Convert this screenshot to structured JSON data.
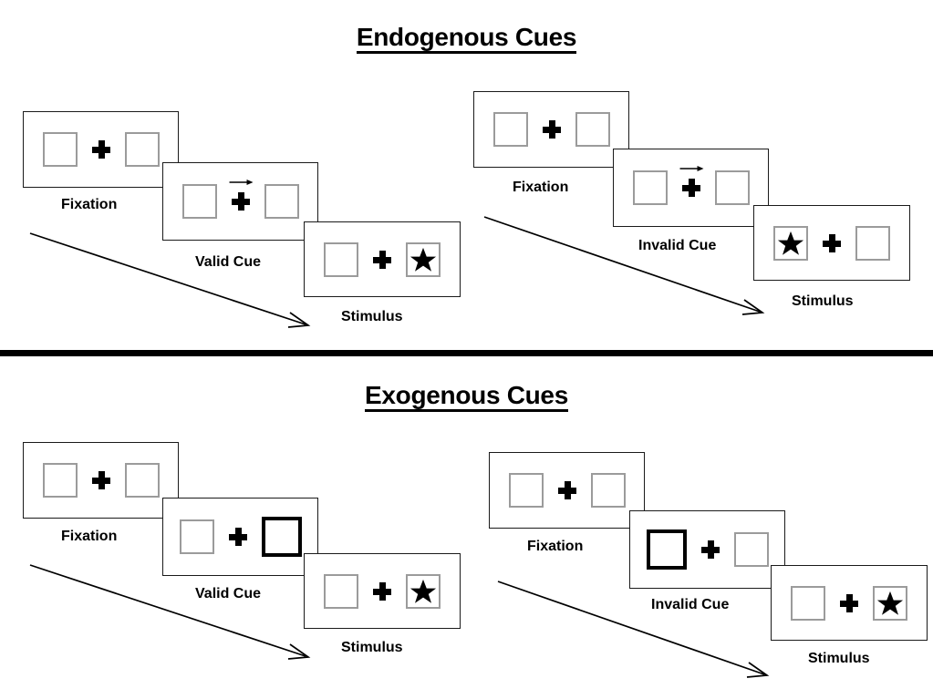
{
  "figure": {
    "title_endogenous": "Endogenous Cues",
    "title_exogenous": "Exogenous Cues",
    "divider_color": "#000000",
    "box_border_color": "#9b9b9b",
    "cued_box_border_color": "#000000",
    "panel_border_color": "#1a1a1a"
  },
  "labels": {
    "fixation": "Fixation",
    "valid_cue": "Valid Cue",
    "invalid_cue": "Invalid Cue",
    "stimulus": "Stimulus"
  },
  "sections": [
    {
      "id": "endogenous",
      "title": "Endogenous Cues",
      "cue_type": "central-arrow",
      "sequences": [
        {
          "id": "endogenous-valid",
          "validity": "valid",
          "cue_label": "Valid Cue",
          "frames": [
            {
              "stage": "Fixation",
              "label": "Fixation",
              "left_box": "empty",
              "right_box": "empty",
              "cue": "none",
              "target": "none"
            },
            {
              "stage": "Cue",
              "label": "Valid Cue",
              "left_box": "empty",
              "right_box": "empty",
              "cue": "arrow-right",
              "target": "none"
            },
            {
              "stage": "Stimulus",
              "label": "Stimulus",
              "left_box": "empty",
              "right_box": "star",
              "cue": "none",
              "target": "right"
            }
          ]
        },
        {
          "id": "endogenous-invalid",
          "validity": "invalid",
          "cue_label": "Invalid Cue",
          "frames": [
            {
              "stage": "Fixation",
              "label": "Fixation",
              "left_box": "empty",
              "right_box": "empty",
              "cue": "none",
              "target": "none"
            },
            {
              "stage": "Cue",
              "label": "Invalid Cue",
              "left_box": "empty",
              "right_box": "empty",
              "cue": "arrow-right",
              "target": "none"
            },
            {
              "stage": "Stimulus",
              "label": "Stimulus",
              "left_box": "star",
              "right_box": "empty",
              "cue": "none",
              "target": "left"
            }
          ]
        }
      ]
    },
    {
      "id": "exogenous",
      "title": "Exogenous Cues",
      "cue_type": "peripheral-box-flash",
      "sequences": [
        {
          "id": "exogenous-valid",
          "validity": "valid",
          "cue_label": "Valid Cue",
          "frames": [
            {
              "stage": "Fixation",
              "label": "Fixation",
              "left_box": "empty",
              "right_box": "empty",
              "cue": "none",
              "target": "none"
            },
            {
              "stage": "Cue",
              "label": "Valid Cue",
              "left_box": "empty",
              "right_box": "cued",
              "cue": "box-right",
              "target": "none"
            },
            {
              "stage": "Stimulus",
              "label": "Stimulus",
              "left_box": "empty",
              "right_box": "star",
              "cue": "none",
              "target": "right"
            }
          ]
        },
        {
          "id": "exogenous-invalid",
          "validity": "invalid",
          "cue_label": "Invalid Cue",
          "frames": [
            {
              "stage": "Fixation",
              "label": "Fixation",
              "left_box": "empty",
              "right_box": "empty",
              "cue": "none",
              "target": "none"
            },
            {
              "stage": "Cue",
              "label": "Invalid Cue",
              "left_box": "cued",
              "right_box": "empty",
              "cue": "box-left",
              "target": "none"
            },
            {
              "stage": "Stimulus",
              "label": "Stimulus",
              "left_box": "empty",
              "right_box": "star",
              "cue": "none",
              "target": "right"
            }
          ]
        }
      ]
    }
  ]
}
